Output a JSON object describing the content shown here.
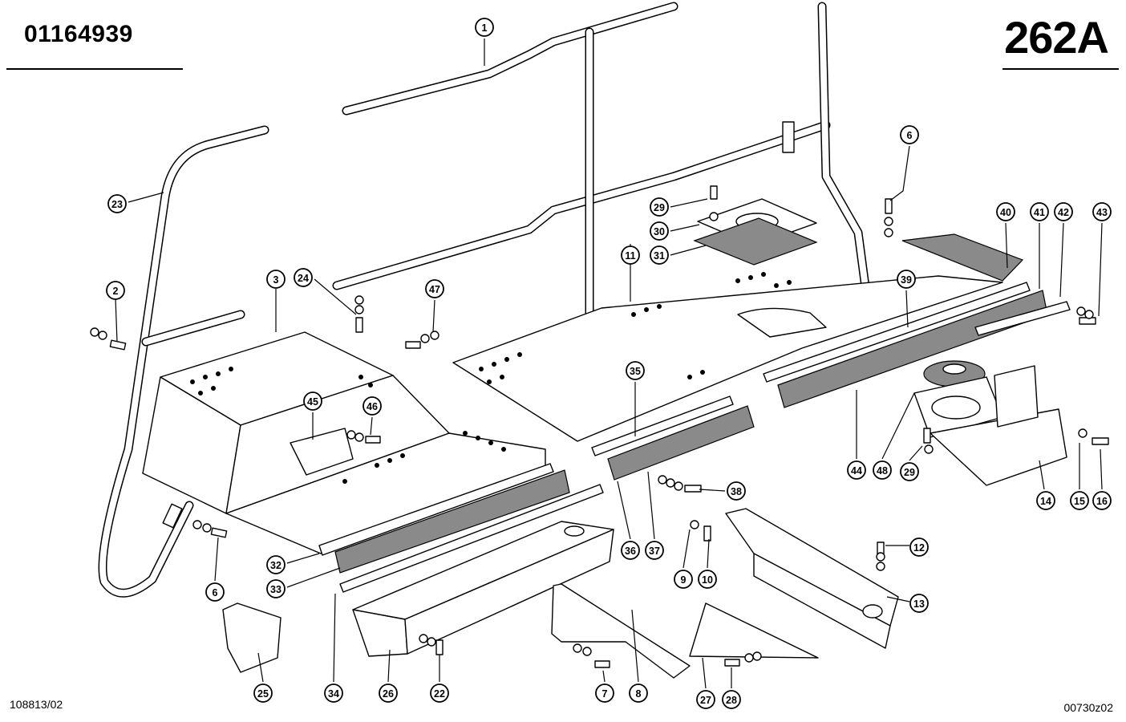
{
  "header": {
    "part_number": "01164939",
    "page_number": "262A"
  },
  "footer": {
    "left_code": "108813/02",
    "right_code": "00730z02"
  },
  "callouts": [
    "1",
    "2",
    "3",
    "6",
    "6",
    "7",
    "8",
    "9",
    "10",
    "11",
    "12",
    "13",
    "14",
    "15",
    "16",
    "22",
    "23",
    "24",
    "25",
    "26",
    "27",
    "28",
    "29",
    "29",
    "30",
    "31",
    "32",
    "33",
    "34",
    "35",
    "36",
    "37",
    "38",
    "39",
    "40",
    "41",
    "42",
    "43",
    "44",
    "45",
    "46",
    "47",
    "48"
  ]
}
